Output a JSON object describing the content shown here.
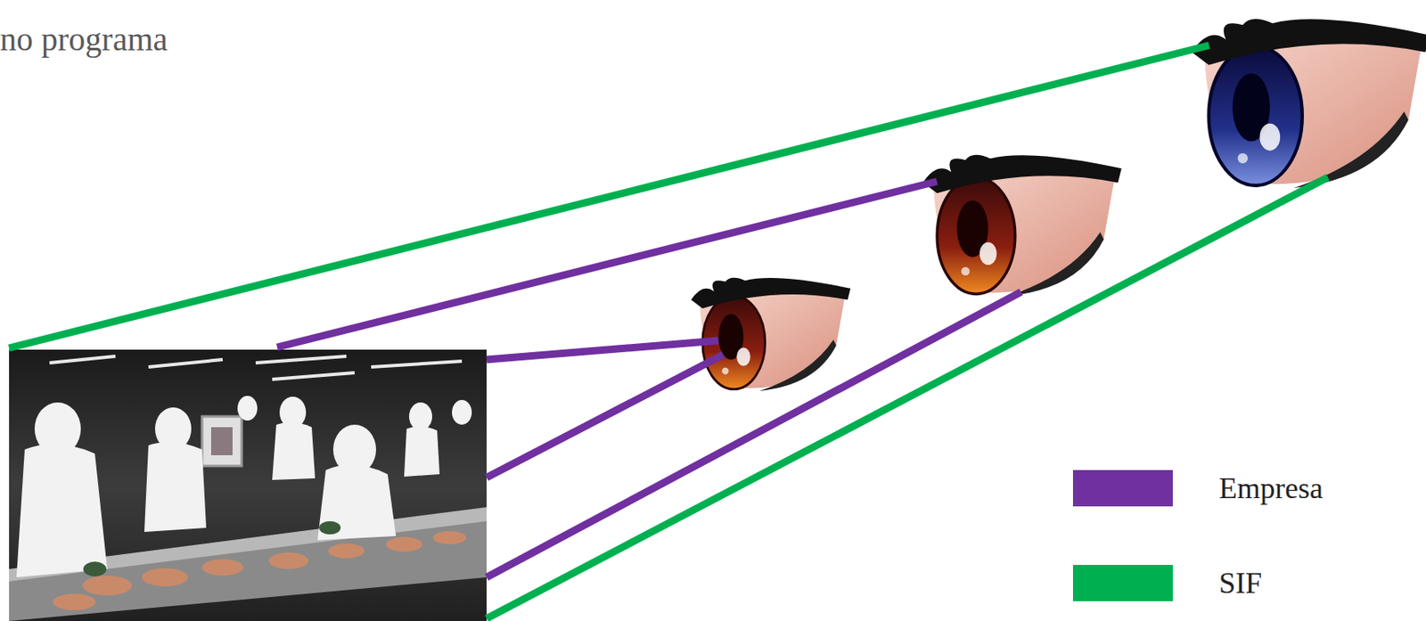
{
  "diagram": {
    "labels": [
      "no programa"
    ],
    "legend": [
      {
        "text": "Empresa",
        "color": "#7030a0"
      },
      {
        "text": "SIF",
        "color": "#00b050"
      }
    ]
  }
}
